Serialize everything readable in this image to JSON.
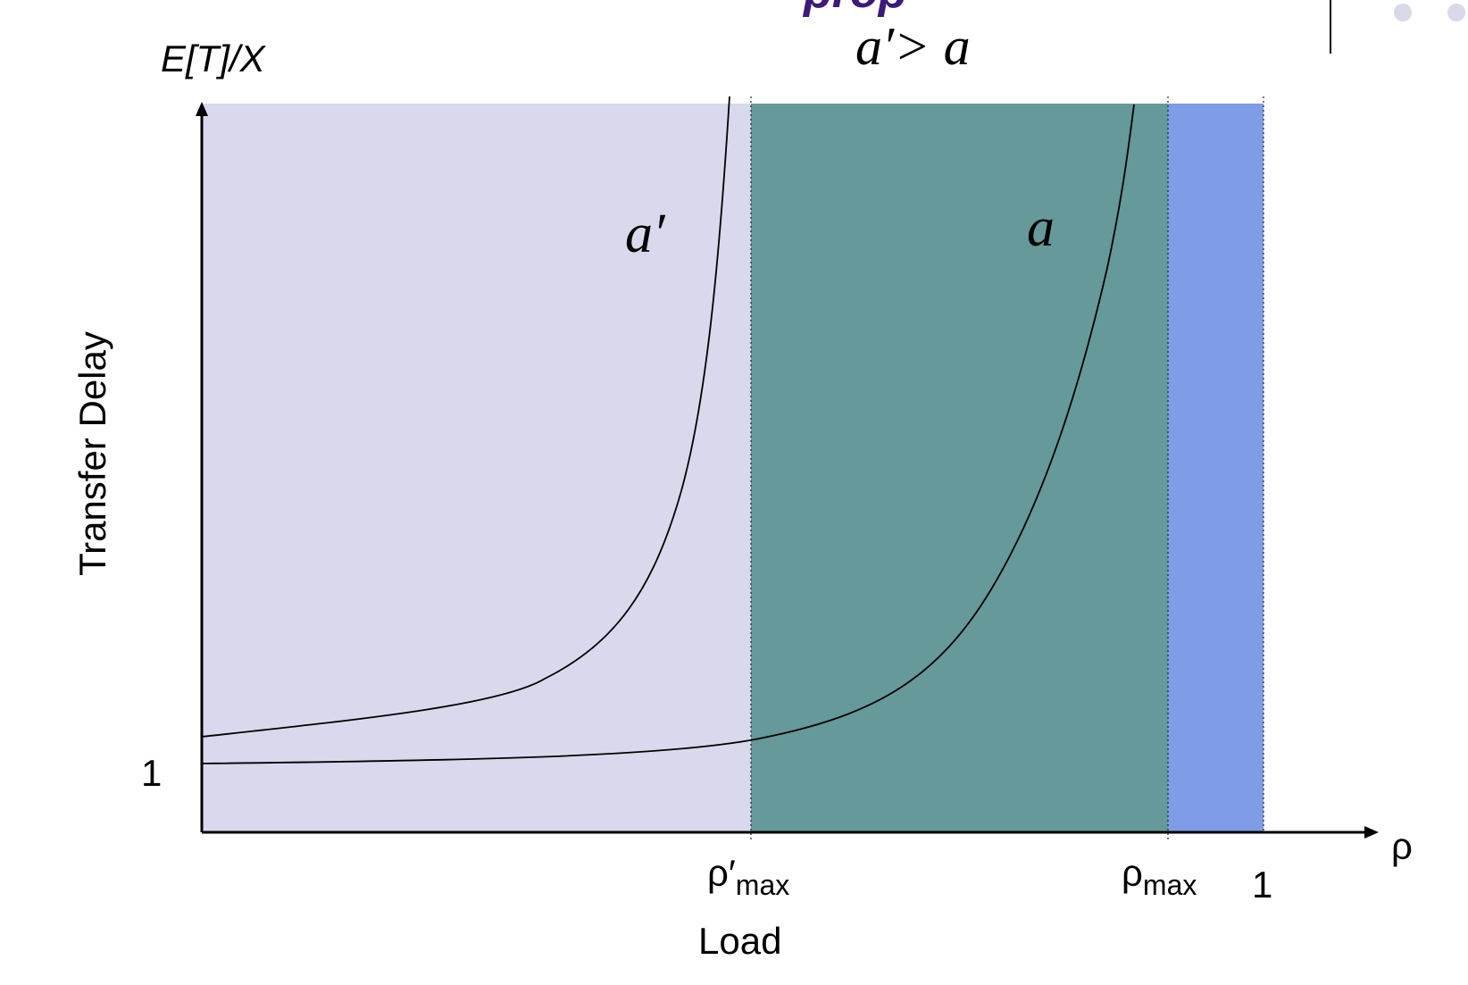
{
  "header": {
    "title_fragment": "prop",
    "title_color": "#3b1a7a"
  },
  "diagram": {
    "top_label": "a′> a",
    "y_axis_label": "E[T]/X",
    "y_axis_title": "Transfer Delay",
    "x_axis_title": "Load",
    "x_axis_symbol": "ρ",
    "y_tick_one": "1",
    "x_tick_one": "1",
    "rho_prime_max": {
      "base": "ρ′",
      "sub": "max"
    },
    "rho_max": {
      "base": "ρ",
      "sub": "max"
    },
    "curve_labels": {
      "a_prime": "a′",
      "a": "a"
    },
    "regions": [
      {
        "name": "below-rho-prime-max",
        "color": "#d8d9ec"
      },
      {
        "name": "between-maxima",
        "color": "#669999"
      },
      {
        "name": "above-rho-max",
        "color": "#7f9ce6"
      }
    ],
    "axis_color": "#000000",
    "curve_color": "#000000"
  },
  "decoration": {
    "dot_color": "#d9d9e8"
  }
}
